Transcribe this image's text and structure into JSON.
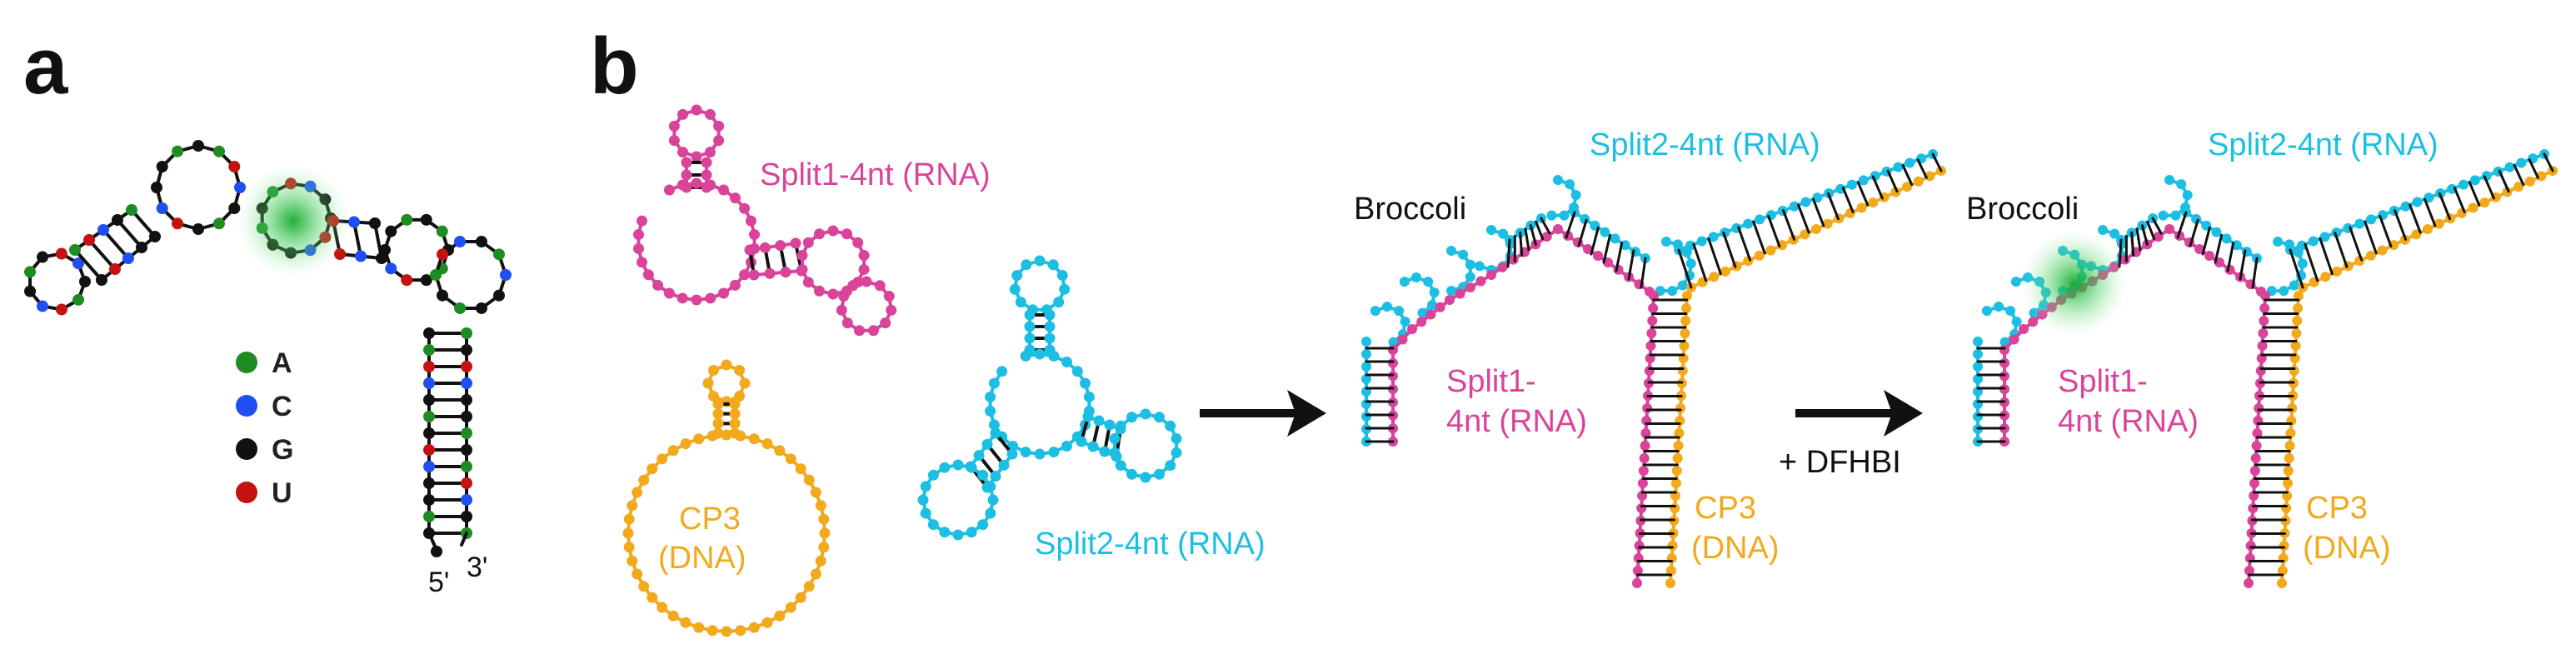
{
  "panel_a": {
    "letter": "a",
    "five_prime": "5'",
    "three_prime": "3'",
    "legend": [
      {
        "base": "A",
        "color": "#1e8c23"
      },
      {
        "base": "C",
        "color": "#1f4ef2"
      },
      {
        "base": "G",
        "color": "#111111"
      },
      {
        "base": "U",
        "color": "#c41212"
      }
    ]
  },
  "panel_b": {
    "letter": "b",
    "split1_label": "Split1-4nt (RNA)",
    "split2_label": "Split2-4nt (RNA)",
    "cp3_line1": "CP3",
    "cp3_line2": "(DNA)",
    "complex1": {
      "broccoli": "Broccoli",
      "split2": "Split2-4nt (RNA)",
      "split1_line1": "Split1-",
      "split1_line2": "4nt (RNA)",
      "cp3_line1": "CP3",
      "cp3_line2": "(DNA)"
    },
    "arrow2_label": "+ DFHBI",
    "complex2": {
      "broccoli": "Broccoli",
      "split2": "Split2-4nt (RNA)",
      "split1_line1": "Split1-",
      "split1_line2": "4nt (RNA)",
      "cp3_line1": "CP3",
      "cp3_line2": "(DNA)"
    }
  },
  "colors": {
    "split1": "#d9449a",
    "split2": "#1cbfe3",
    "cp3": "#f2a91c",
    "fluorescence": "#2ec24a",
    "pair": "#111111"
  }
}
